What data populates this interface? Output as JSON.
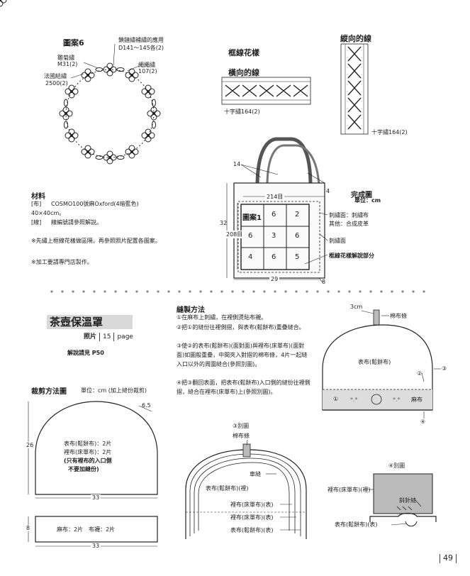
{
  "pattern6": {
    "title": "圖案6",
    "label_chain": "鎖鏈繡補繡的應用",
    "label_chain_sub": "D141～145各(2)",
    "label_daisy": "雛菊繡",
    "label_daisy_sub": "M31(2)",
    "label_french": "法國結繡",
    "label_french_sub": "2500(2)",
    "label_rope": "繩繩繡",
    "label_rope_sub": "107(2)"
  },
  "frame": {
    "title": "框線花樣",
    "horizontal": "橫向的線",
    "vertical": "縱向的線",
    "cross_h": "十字繡164(2)",
    "cross_v": "十字繡164(2)"
  },
  "bag": {
    "finished": "完成圖",
    "unit": "單位：cm",
    "dim_14": "14",
    "dim_214": "214目",
    "dim_4": "4",
    "dim_32": "32",
    "dim_208": "208目",
    "dim_29": "29",
    "dim_8": "8",
    "pattern1": "圖案1",
    "grid": [
      "6",
      "2",
      "6",
      "3",
      "6",
      "4",
      "6",
      "5"
    ],
    "label_embroidery": "刺繡面：刺繡布",
    "label_other": "其他：合成皮革",
    "label_face": "刺繡面",
    "label_frame": "框線花樣解說部分"
  },
  "materials": {
    "title": "材料",
    "fabric_tag": "[布]",
    "fabric": "COSMO100號麻Oxford(4暗藍色)",
    "fabric_size": "40×40cm。",
    "thread_tag": "[線]",
    "thread": "線編號請參照解說。",
    "note1": "※先繡上框線花樣做區隔，再參照照片配置各圖案。",
    "note2": "※加工要請專門店製作。"
  },
  "teapot": {
    "title": "茶壺保溫罩",
    "photo_label": "照片",
    "photo_num": "15",
    "page_label": "page",
    "explain": "解說請見 P50"
  },
  "cutting": {
    "title": "裁剪方法圖",
    "unit": "單位：cm (加上縫份裁剪)",
    "dim_65": "6.5",
    "dim_26": "26",
    "dim_33a": "33",
    "text1": "表布(鬆餅布)：2片",
    "text2": "裡布(床單布)：2片",
    "text3": "(只有裡布的入口側",
    "text4": "不要加縫份)",
    "dim_8": "8",
    "linen_text": "麻布：2片　布襪：2片",
    "dim_33b": "33"
  },
  "sewing": {
    "title": "縫製方法",
    "steps": [
      "①在麻布上刺繡，在裡側燙貼布襯。",
      "②把①的縫份往裡側摺，與表布(鬆餅布)重疊縫合。",
      "③使②的表布(鬆餅布)(面對面)與裡布(床單布)(面對面)如圖般重疊，中間夾入對摺的棉布條，4片一起縫入口以外的周圍縫合(參照別圖)。",
      "④把③翻回表面，把表布(鬆餅布)入口側的縫份往裡側摺，縫合在裡布(床單布)上(參照別圖)。"
    ]
  },
  "finished_cozy": {
    "dim_3cm": "3cm",
    "tab": "棉布條",
    "outer": "表布(鬆餅布)",
    "c1": "①",
    "c2": "②",
    "c3": "③",
    "c4": "④",
    "linen": "麻布",
    "stars": "*.*"
  },
  "fig3": {
    "title": "③別圖",
    "tab": "棉布條",
    "seam": "車縫",
    "outer_back": "表布(鬆餅布)(裡)",
    "lining1": "裡布(床單布)(表)",
    "lining2": "裡布(床單布)(表)",
    "outer_front": "表布(鬆餅布)(表)"
  },
  "fig4": {
    "title": "④別圖",
    "lining": "裡布(床單布)(裡)",
    "slip": "斜針縫",
    "outer": "表布(鬆餅布)(表)"
  },
  "page_number": "49"
}
